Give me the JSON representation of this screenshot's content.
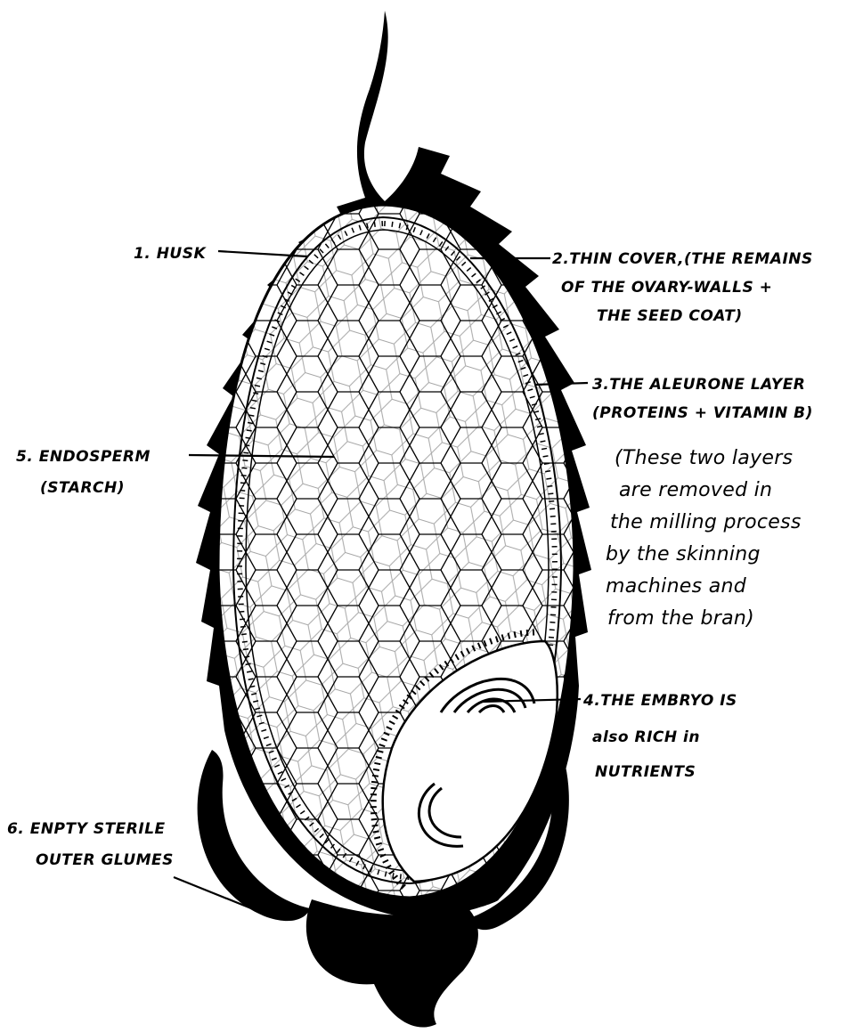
{
  "labels": {
    "husk": "1. HUSK",
    "thin_cover_1": "2.THIN COVER,(THE REMAINS",
    "thin_cover_2": "OF THE OVARY-WALLS +",
    "thin_cover_3": "THE SEED COAT)",
    "aleurone_1": "3.THE ALEURONE LAYER",
    "aleurone_2": "(PROTEINS + VITAMIN B)",
    "note_1": "(These two layers",
    "note_2": "are removed in",
    "note_3": "the milling process",
    "note_4": "by the skinning",
    "note_5": "machines and",
    "note_6": "from the bran)",
    "endosperm_1": "5. ENDOSPERM",
    "endosperm_2": "(STARCH)",
    "embryo_1": "4.THE EMBRYO IS",
    "embryo_2": "also RICH in",
    "embryo_3": "NUTRIENTS",
    "glumes_1": "6. ENPTY STERILE",
    "glumes_2": "OUTER GLUMES"
  },
  "colors": {
    "ink": "#000000",
    "paper": "#ffffff"
  }
}
